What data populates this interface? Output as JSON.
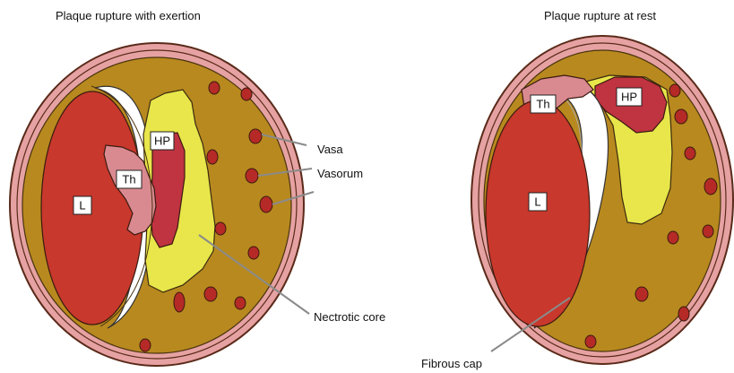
{
  "panels": [
    {
      "title": "Plaque rupture with exertion",
      "labels": {
        "lumen": "L",
        "thrombus": "Th",
        "hemorrhage": "HP"
      },
      "annotations": {
        "vasa": "Vasa",
        "vasorum": "Vasorum",
        "necrotic_core": "Nectrotic core"
      }
    },
    {
      "title": "Plaque rupture at rest",
      "labels": {
        "lumen": "L",
        "thrombus": "Th",
        "hemorrhage": "HP"
      },
      "annotations": {
        "fibrous_cap": "Fibrous cap"
      }
    }
  ],
  "colors": {
    "adventitia": "#e6a2a2",
    "media": "#b8891e",
    "lumen": "#c8382c",
    "thrombus": "#d98a90",
    "hemorrhage": "#c03340",
    "necrotic_core": "#e8e64a",
    "fibrous_cap": "#ffffff",
    "vessel": "#b52a26"
  }
}
